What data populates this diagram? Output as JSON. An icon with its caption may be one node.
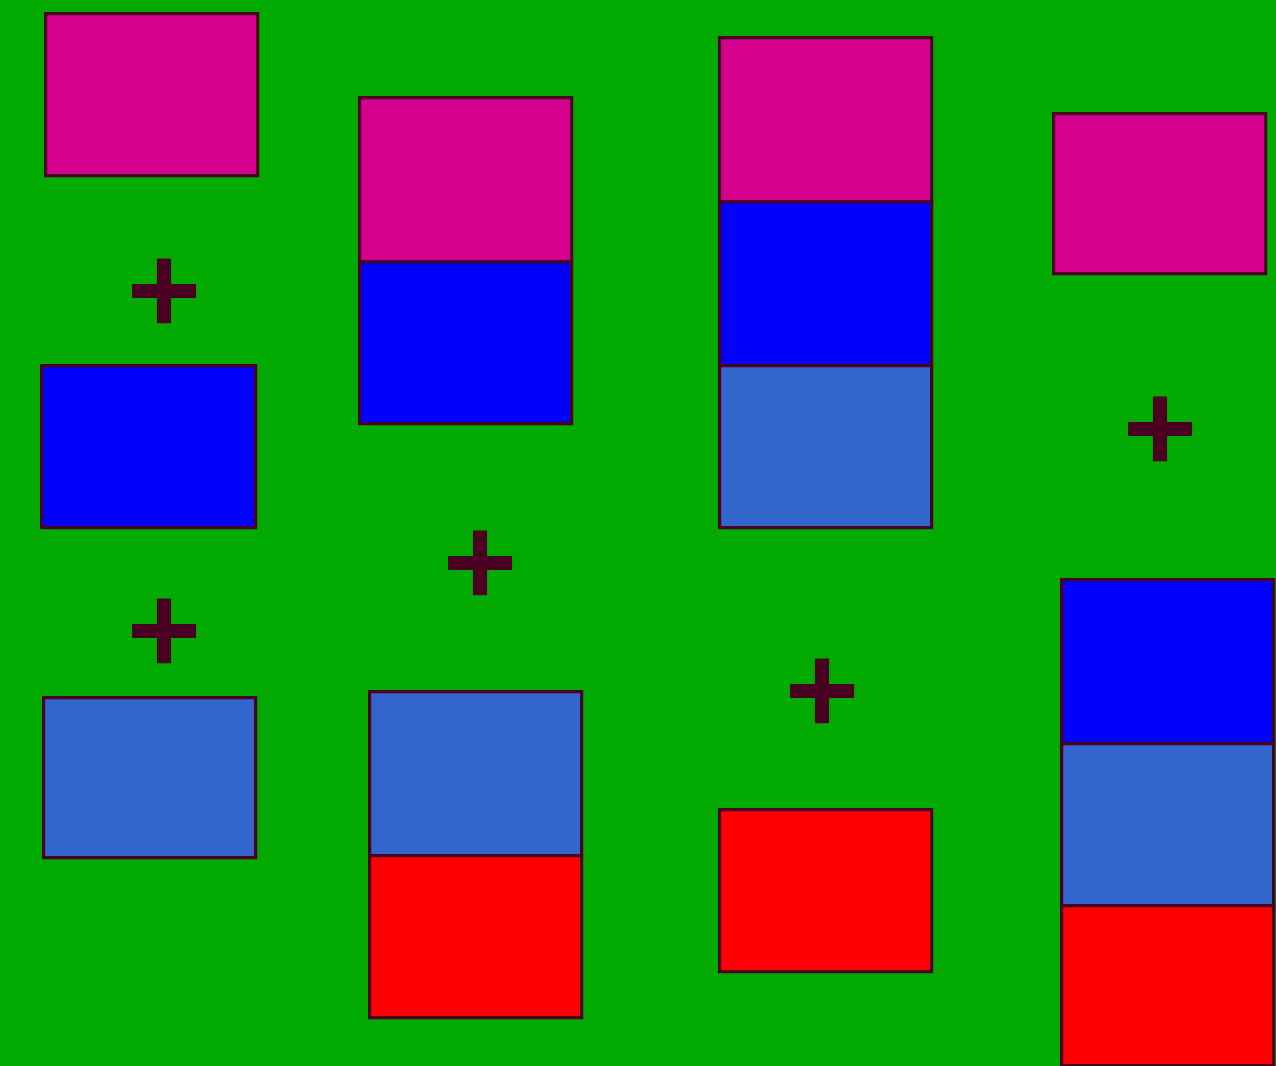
{
  "diagram": {
    "nodes": [
      {
        "text": [],
        "shape": "box"
      },
      {
        "text": [],
        "shape": "box"
      },
      {
        "text": [],
        "shape": "box"
      },
      {
        "text": [],
        "shape": "box"
      },
      {
        "text": [],
        "shape": "box"
      },
      {
        "text": [],
        "shape": "box"
      },
      {
        "text": [],
        "shape": "box"
      },
      {
        "text": [],
        "shape": "box"
      },
      {
        "text": [],
        "shape": "box"
      },
      {
        "text": [],
        "shape": "box"
      },
      {
        "text": [],
        "shape": "box"
      },
      {
        "text": [],
        "shape": "box"
      },
      {
        "text": [],
        "shape": "box"
      },
      {
        "text": [],
        "shape": "box"
      },
      {
        "text": [],
        "shape": "box"
      }
    ],
    "labels": [
      "+",
      "+",
      "+",
      "+",
      "+"
    ]
  }
}
